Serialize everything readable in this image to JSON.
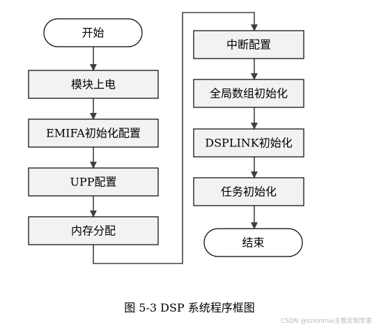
{
  "diagram": {
    "nodes": [
      {
        "id": "start",
        "label": "开始",
        "shape": "terminal"
      },
      {
        "id": "module_power",
        "label": "模块上电",
        "shape": "process"
      },
      {
        "id": "emifa_config",
        "label": "EMIFA初始化配置",
        "shape": "process"
      },
      {
        "id": "upp_config",
        "label": "UPP配置",
        "shape": "process"
      },
      {
        "id": "memory_alloc",
        "label": "内存分配",
        "shape": "process"
      },
      {
        "id": "interrupt_config",
        "label": "中断配置",
        "shape": "process"
      },
      {
        "id": "global_array_init",
        "label": "全局数组初始化",
        "shape": "process"
      },
      {
        "id": "dsplink_init",
        "label": "DSPLINK初始化",
        "shape": "process"
      },
      {
        "id": "task_init",
        "label": "任务初始化",
        "shape": "process"
      },
      {
        "id": "end",
        "label": "结束",
        "shape": "terminal"
      }
    ],
    "edges": [
      {
        "from": "start",
        "to": "module_power"
      },
      {
        "from": "module_power",
        "to": "emifa_config"
      },
      {
        "from": "emifa_config",
        "to": "upp_config"
      },
      {
        "from": "upp_config",
        "to": "memory_alloc"
      },
      {
        "from": "memory_alloc",
        "to": "interrupt_config"
      },
      {
        "from": "interrupt_config",
        "to": "global_array_init"
      },
      {
        "from": "global_array_init",
        "to": "dsplink_init"
      },
      {
        "from": "dsplink_init",
        "to": "task_init"
      },
      {
        "from": "task_init",
        "to": "end"
      }
    ],
    "caption": "图 5-3 DSP 系统程序框图"
  },
  "watermark": "CSDN @szxinmai主板定制专家",
  "colors": {
    "process_fill": "#f2f2f2",
    "terminal_fill": "#ffffff",
    "stroke": "#000000",
    "arrow": "#404040"
  }
}
